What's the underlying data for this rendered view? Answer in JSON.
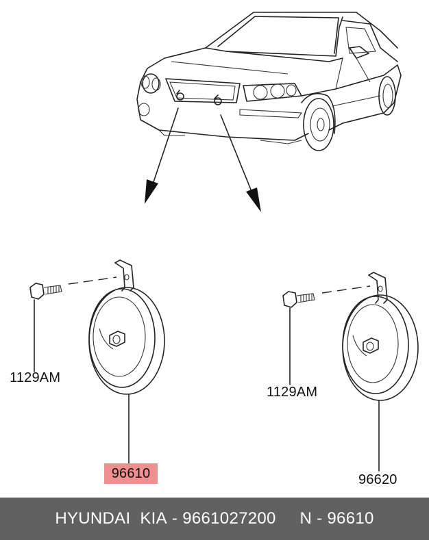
{
  "labels": {
    "bolt_left": "1129AM",
    "bolt_right": "1129AM",
    "horn_left": "96610",
    "horn_right": "96620"
  },
  "colors": {
    "highlight": "#f08f8f",
    "footer_bg": "#616161",
    "footer_text": "#ffffff"
  },
  "footer": {
    "brand": "HYUNDAI  KIA",
    "sep1": " - ",
    "part_number": "9661027200",
    "gap": "     ",
    "ref_prefix": "N",
    "sep2": " - ",
    "ref_number": "96610"
  }
}
